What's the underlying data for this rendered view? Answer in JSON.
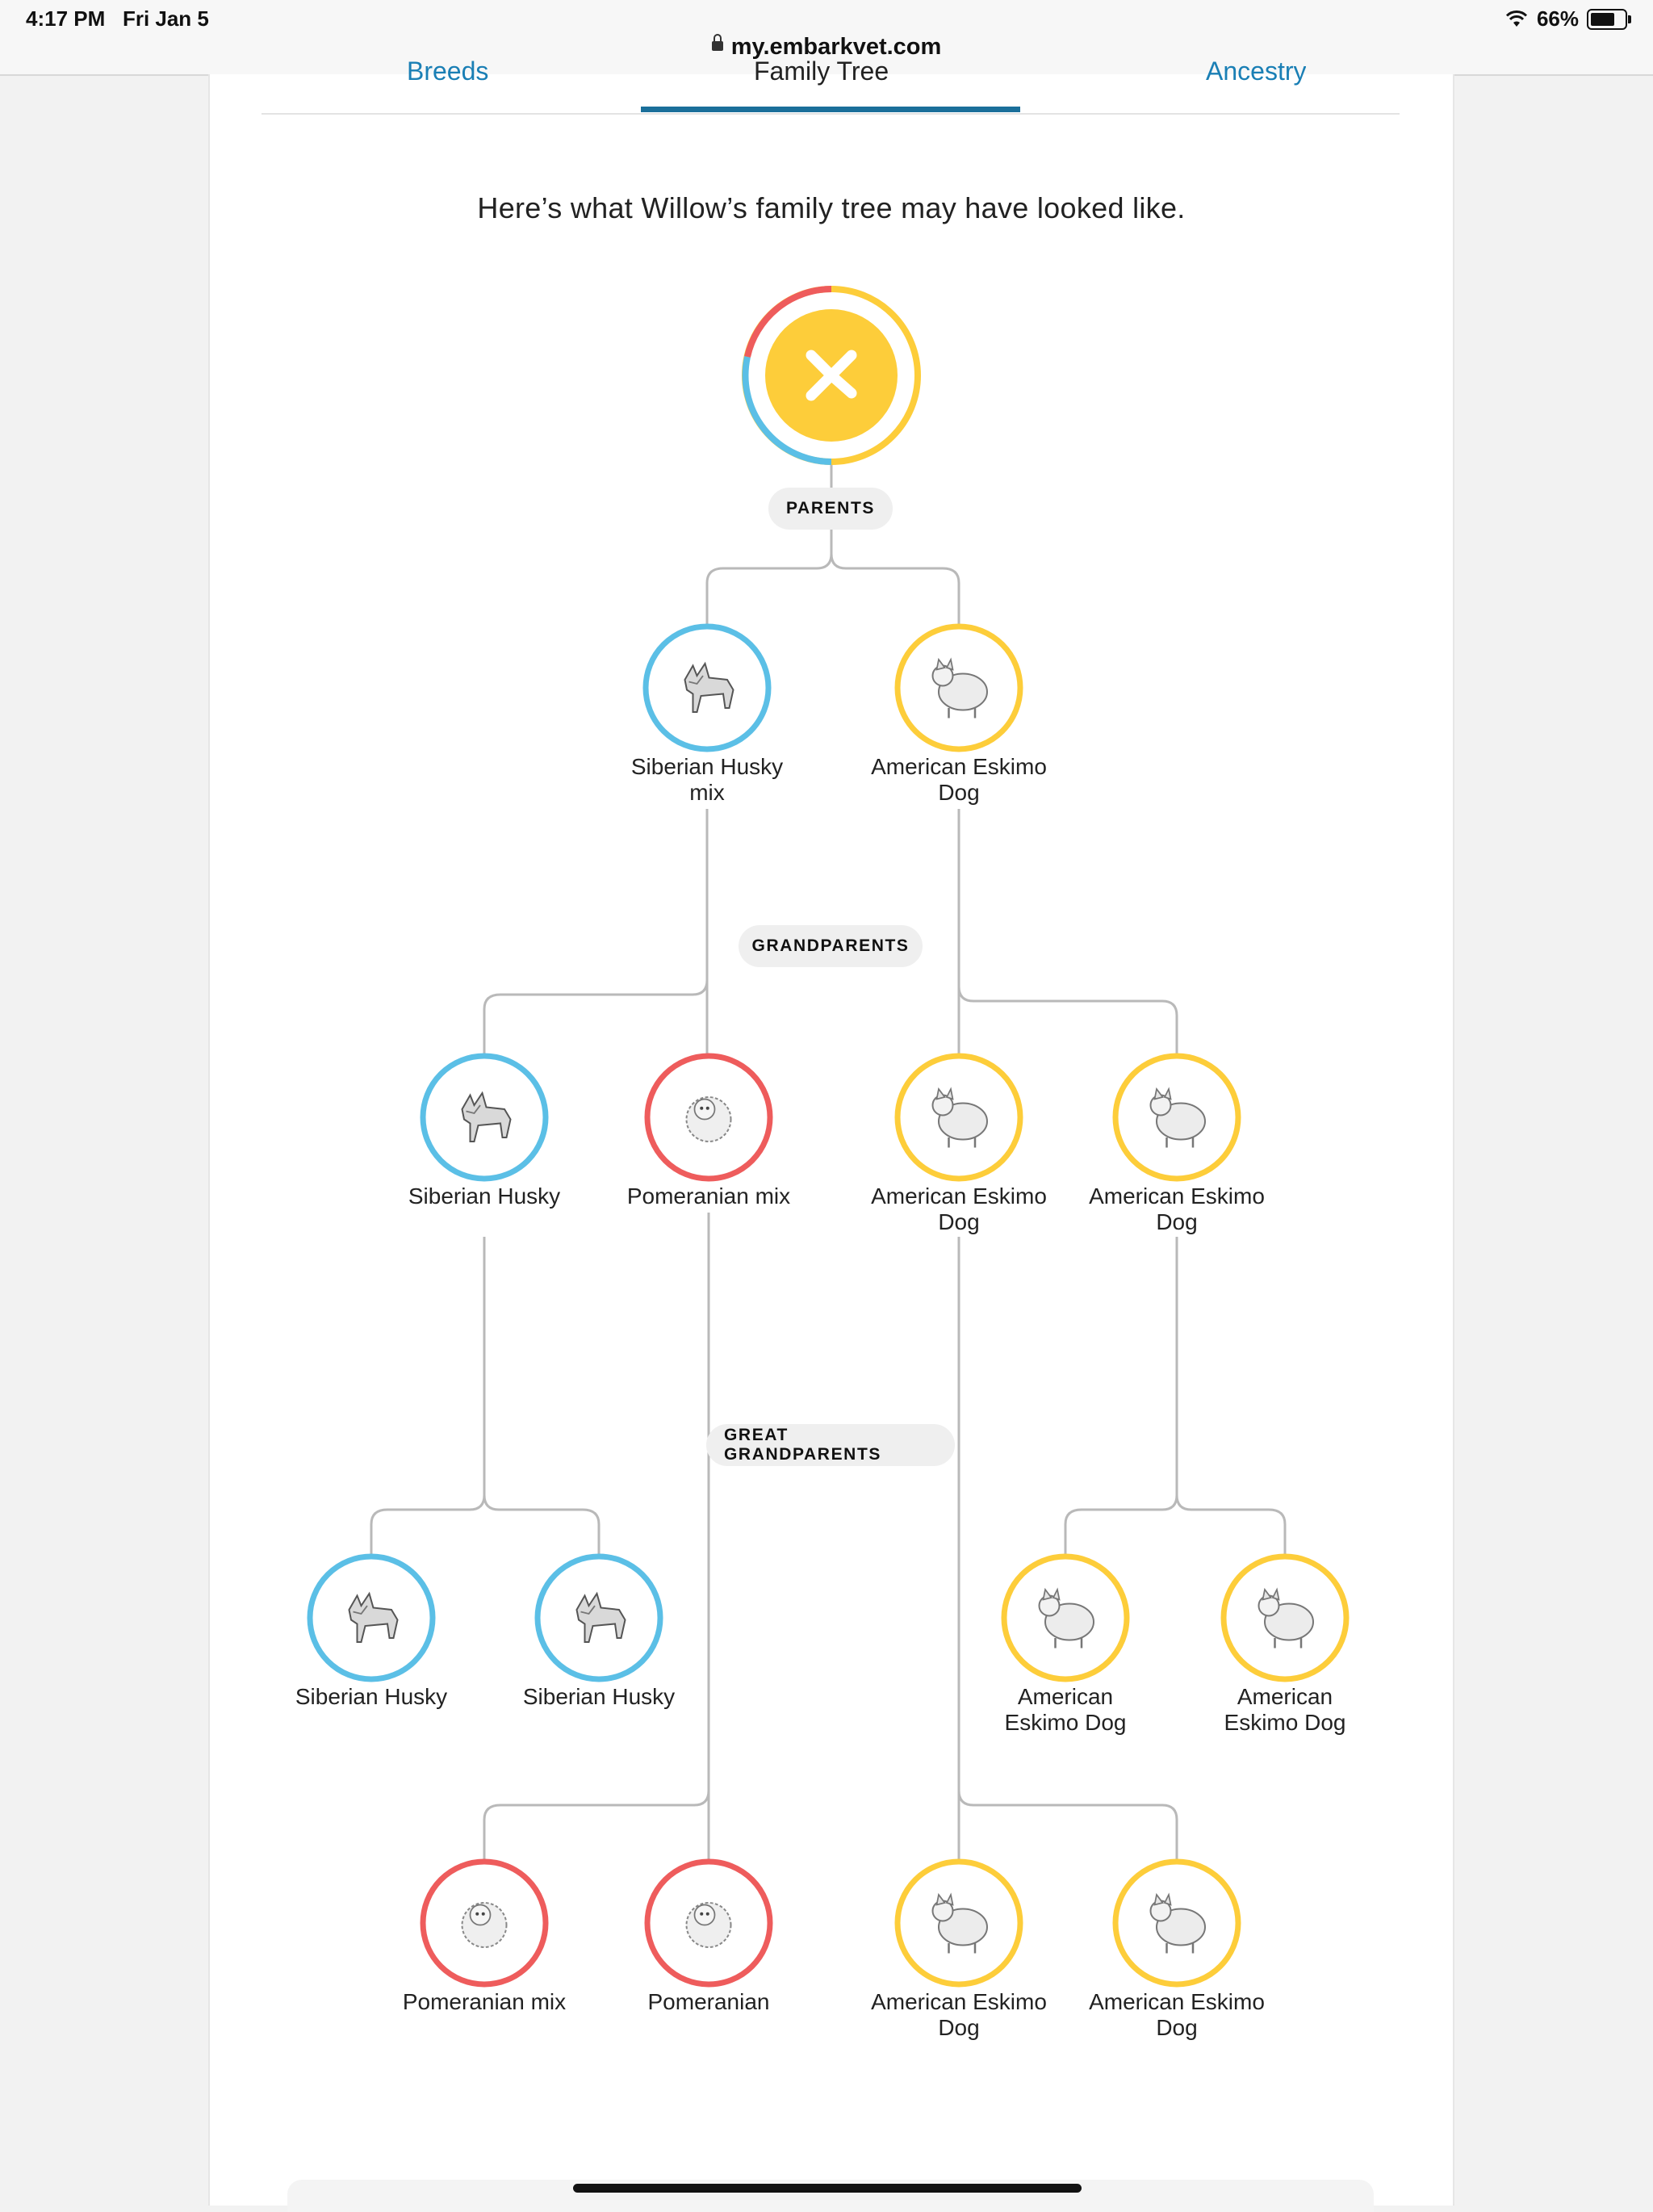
{
  "status_bar": {
    "time": "4:17 PM",
    "date": "Fri Jan 5",
    "battery": "66%",
    "url": "my.embarkvet.com"
  },
  "tabs": [
    {
      "label": "Breeds"
    },
    {
      "label": "Family Tree"
    },
    {
      "label": "Ancestry"
    }
  ],
  "headline": "Here’s what Willow’s family tree may have looked like.",
  "generations": {
    "parents": "PARENTS",
    "grandparents": "GRANDPARENTS",
    "great_grandparents": "GREAT GRANDPARENTS"
  },
  "colors": {
    "husky_blue": "#5bbfe6",
    "eskimo_yellow": "#fdcd3a",
    "pomeranian_red": "#ee5c5c",
    "connector_gray": "#b9b9b9",
    "tab_blue": "#1a7fb5"
  },
  "tree": {
    "root": {
      "icon": "embark-logo-icon"
    },
    "parents": [
      {
        "name": "Siberian Husky mix",
        "line1": "Siberian Husky",
        "line2": "mix",
        "breed": "husky"
      },
      {
        "name": "American Eskimo Dog",
        "line1": "American Eskimo",
        "line2": "Dog",
        "breed": "eskimo"
      }
    ],
    "grandparents": [
      {
        "name": "Siberian Husky",
        "line1": "Siberian Husky",
        "line2": "",
        "breed": "husky"
      },
      {
        "name": "Pomeranian mix",
        "line1": "Pomeranian mix",
        "line2": "",
        "breed": "pomeranian"
      },
      {
        "name": "American Eskimo Dog",
        "line1": "American Eskimo",
        "line2": "Dog",
        "breed": "eskimo"
      },
      {
        "name": "American Eskimo Dog",
        "line1": "American Eskimo",
        "line2": "Dog",
        "breed": "eskimo"
      }
    ],
    "great_grandparents_upper": [
      {
        "name": "Siberian Husky",
        "line1": "Siberian Husky",
        "line2": "",
        "breed": "husky"
      },
      {
        "name": "Siberian Husky",
        "line1": "Siberian Husky",
        "line2": "",
        "breed": "husky"
      },
      {
        "name": "American Eskimo Dog",
        "line1": "American",
        "line2": "Eskimo Dog",
        "breed": "eskimo"
      },
      {
        "name": "American Eskimo Dog",
        "line1": "American",
        "line2": "Eskimo Dog",
        "breed": "eskimo"
      }
    ],
    "great_grandparents_lower": [
      {
        "name": "Pomeranian mix",
        "line1": "Pomeranian mix",
        "line2": "",
        "breed": "pomeranian"
      },
      {
        "name": "Pomeranian",
        "line1": "Pomeranian",
        "line2": "",
        "breed": "pomeranian"
      },
      {
        "name": "American Eskimo Dog",
        "line1": "American Eskimo",
        "line2": "Dog",
        "breed": "eskimo"
      },
      {
        "name": "American Eskimo Dog",
        "line1": "American Eskimo",
        "line2": "Dog",
        "breed": "eskimo"
      }
    ]
  }
}
